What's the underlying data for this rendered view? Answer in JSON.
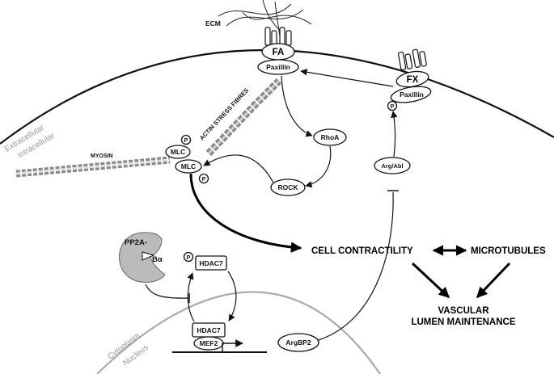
{
  "labels": {
    "ecm": "ECM",
    "fa": "FA",
    "fa_paxillin": "Paxillin",
    "fx": "FX",
    "fx_paxillin": "Paxillin",
    "fx_p": "P",
    "extracellular": "Extracellular",
    "intracellular": "Intracellular",
    "actin": "ACTIN STRESS FIBRES",
    "myosin": "MYOSIN",
    "mlc_top": "MLC",
    "mlc_bottom": "MLC",
    "p_mlc_top": "P",
    "p_mlc_bottom": "P",
    "rhoa": "RhoA",
    "rock": "ROCK",
    "argabl": "Arg/Abl",
    "pp2a": "PP2A-",
    "balpha": "Bα",
    "p_hdac7": "P",
    "hdac7_top": "HDAC7",
    "hdac7_bottom": "HDAC7",
    "mef2": "MEF2",
    "argbp2": "ArgBP2",
    "cytoplasm": "Cytoplasm",
    "nucleus": "Nucleus",
    "cell_contractility": "CELL CONTRACTILITY",
    "microtubules": "MICROTUBULES",
    "vascular": "VASCULAR",
    "lumen": "LUMEN MAINTENANCE"
  }
}
